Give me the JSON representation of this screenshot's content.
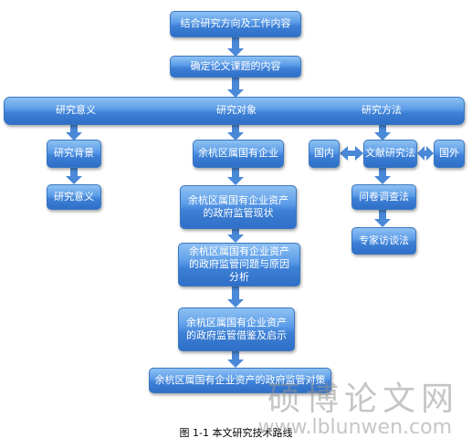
{
  "nodes": {
    "top1": "结合研究方向及工作内容",
    "top2": "确定论文课题的内容",
    "band": {
      "left": "研究意义",
      "center": "研究对象",
      "right": "研究方法"
    },
    "left": {
      "a": "研究背景",
      "b": "研究意义"
    },
    "center": {
      "a": "余杭区属国有企业",
      "b": "余杭区属国有企业资产的政府监管现状",
      "c": "余杭区属国有企业资产的政府监管问题与原因分析",
      "d": "余杭区属国有企业资产的政府监管借鉴及启示",
      "e": "余杭区属国有企业资产的政府监管对策"
    },
    "right": {
      "domestic": "国内",
      "literature": "文献研究法",
      "foreign": "国外",
      "survey": "问卷调查法",
      "interview": "专家访谈法"
    }
  },
  "caption": "图 1-1 本文研究技术路线",
  "watermark": {
    "cn": "硕博论文网",
    "url": "www.lblunwen.com"
  },
  "colors": {
    "node_gradient_top": "#8ec1f3",
    "node_gradient_bottom": "#2f6fc7",
    "arrow": "#4a88d8"
  }
}
